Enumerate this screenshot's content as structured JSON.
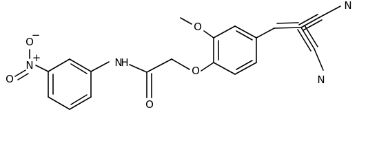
{
  "molecule": {
    "atoms": {
      "nitro_n": "N",
      "nitro_n_charge": "+",
      "nitro_o1": "O",
      "nitro_o1_charge": "−",
      "nitro_o2": "O",
      "amide_nh": "N",
      "amide_h": "H",
      "amide_o": "O",
      "ether_o": "O",
      "methoxy_o": "O",
      "nitrile_n1": "N",
      "nitrile_n2": "N"
    }
  }
}
